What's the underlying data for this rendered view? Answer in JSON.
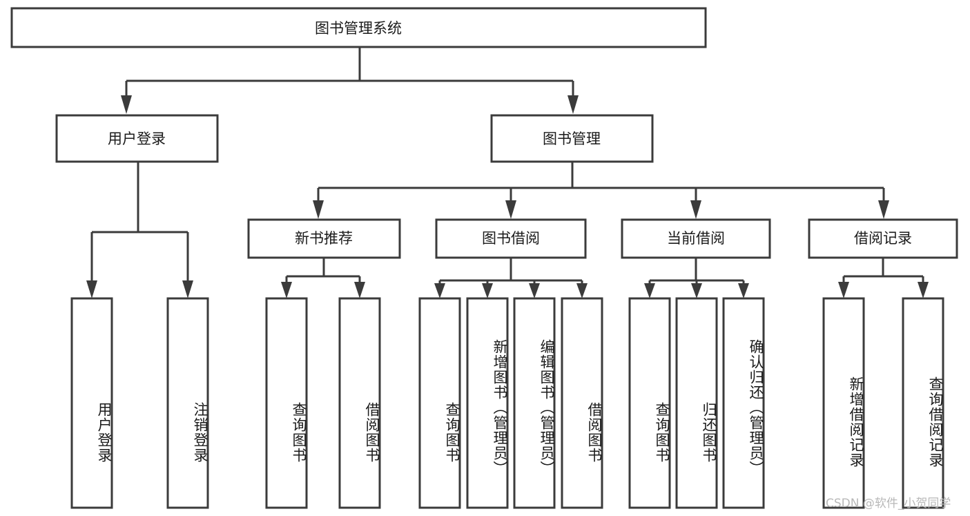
{
  "diagram": {
    "type": "tree-hierarchy",
    "title": "图书管理系统",
    "root": {
      "id": "root",
      "label": "图书管理系统",
      "orientation": "horizontal"
    },
    "level1": [
      {
        "id": "user-login",
        "label": "用户登录",
        "orientation": "horizontal"
      },
      {
        "id": "book-manage",
        "label": "图书管理",
        "orientation": "horizontal"
      }
    ],
    "level2": [
      {
        "id": "new-book-recommend",
        "label": "新书推荐",
        "parent": "book-manage",
        "orientation": "horizontal"
      },
      {
        "id": "book-borrow",
        "label": "图书借阅",
        "parent": "book-manage",
        "orientation": "horizontal"
      },
      {
        "id": "current-borrow",
        "label": "当前借阅",
        "parent": "book-manage",
        "orientation": "horizontal"
      },
      {
        "id": "borrow-record",
        "label": "借阅记录",
        "parent": "book-manage",
        "orientation": "horizontal"
      }
    ],
    "leaves": [
      {
        "id": "leaf-user-login",
        "label": "用户登录",
        "parent": "user-login",
        "orientation": "vertical"
      },
      {
        "id": "leaf-user-logout",
        "label": "注销登录",
        "parent": "user-login",
        "orientation": "vertical"
      },
      {
        "id": "leaf-rec-query",
        "label": "查询图书",
        "parent": "new-book-recommend",
        "orientation": "vertical"
      },
      {
        "id": "leaf-rec-borrow",
        "label": "借阅图书",
        "parent": "new-book-recommend",
        "orientation": "vertical"
      },
      {
        "id": "leaf-borrow-query",
        "label": "查询图书",
        "parent": "book-borrow",
        "orientation": "vertical"
      },
      {
        "id": "leaf-borrow-add",
        "label": "新增图书（管理员）",
        "parent": "book-borrow",
        "orientation": "vertical"
      },
      {
        "id": "leaf-borrow-edit",
        "label": "编辑图书（管理员）",
        "parent": "book-borrow",
        "orientation": "vertical"
      },
      {
        "id": "leaf-borrow-do",
        "label": "借阅图书",
        "parent": "book-borrow",
        "orientation": "vertical"
      },
      {
        "id": "leaf-cur-query",
        "label": "查询图书",
        "parent": "current-borrow",
        "orientation": "vertical"
      },
      {
        "id": "leaf-cur-return",
        "label": "归还图书",
        "parent": "current-borrow",
        "orientation": "vertical"
      },
      {
        "id": "leaf-cur-confirm",
        "label": "确认归还（管理员）",
        "parent": "current-borrow",
        "orientation": "vertical"
      },
      {
        "id": "leaf-rec-add",
        "label": "新增借阅记录",
        "parent": "borrow-record",
        "orientation": "vertical"
      },
      {
        "id": "leaf-rec-search",
        "label": "查询借阅记录",
        "parent": "borrow-record",
        "orientation": "vertical"
      }
    ],
    "colors": {
      "background": "#ffffff",
      "box_fill": "#ffffff",
      "box_stroke": "#3b3b3b",
      "connector": "#3b3b3b",
      "text": "#1a1a1a",
      "watermark": "#b8b8b8"
    }
  },
  "watermark": {
    "text": "CSDN @软件_小贺同学"
  }
}
